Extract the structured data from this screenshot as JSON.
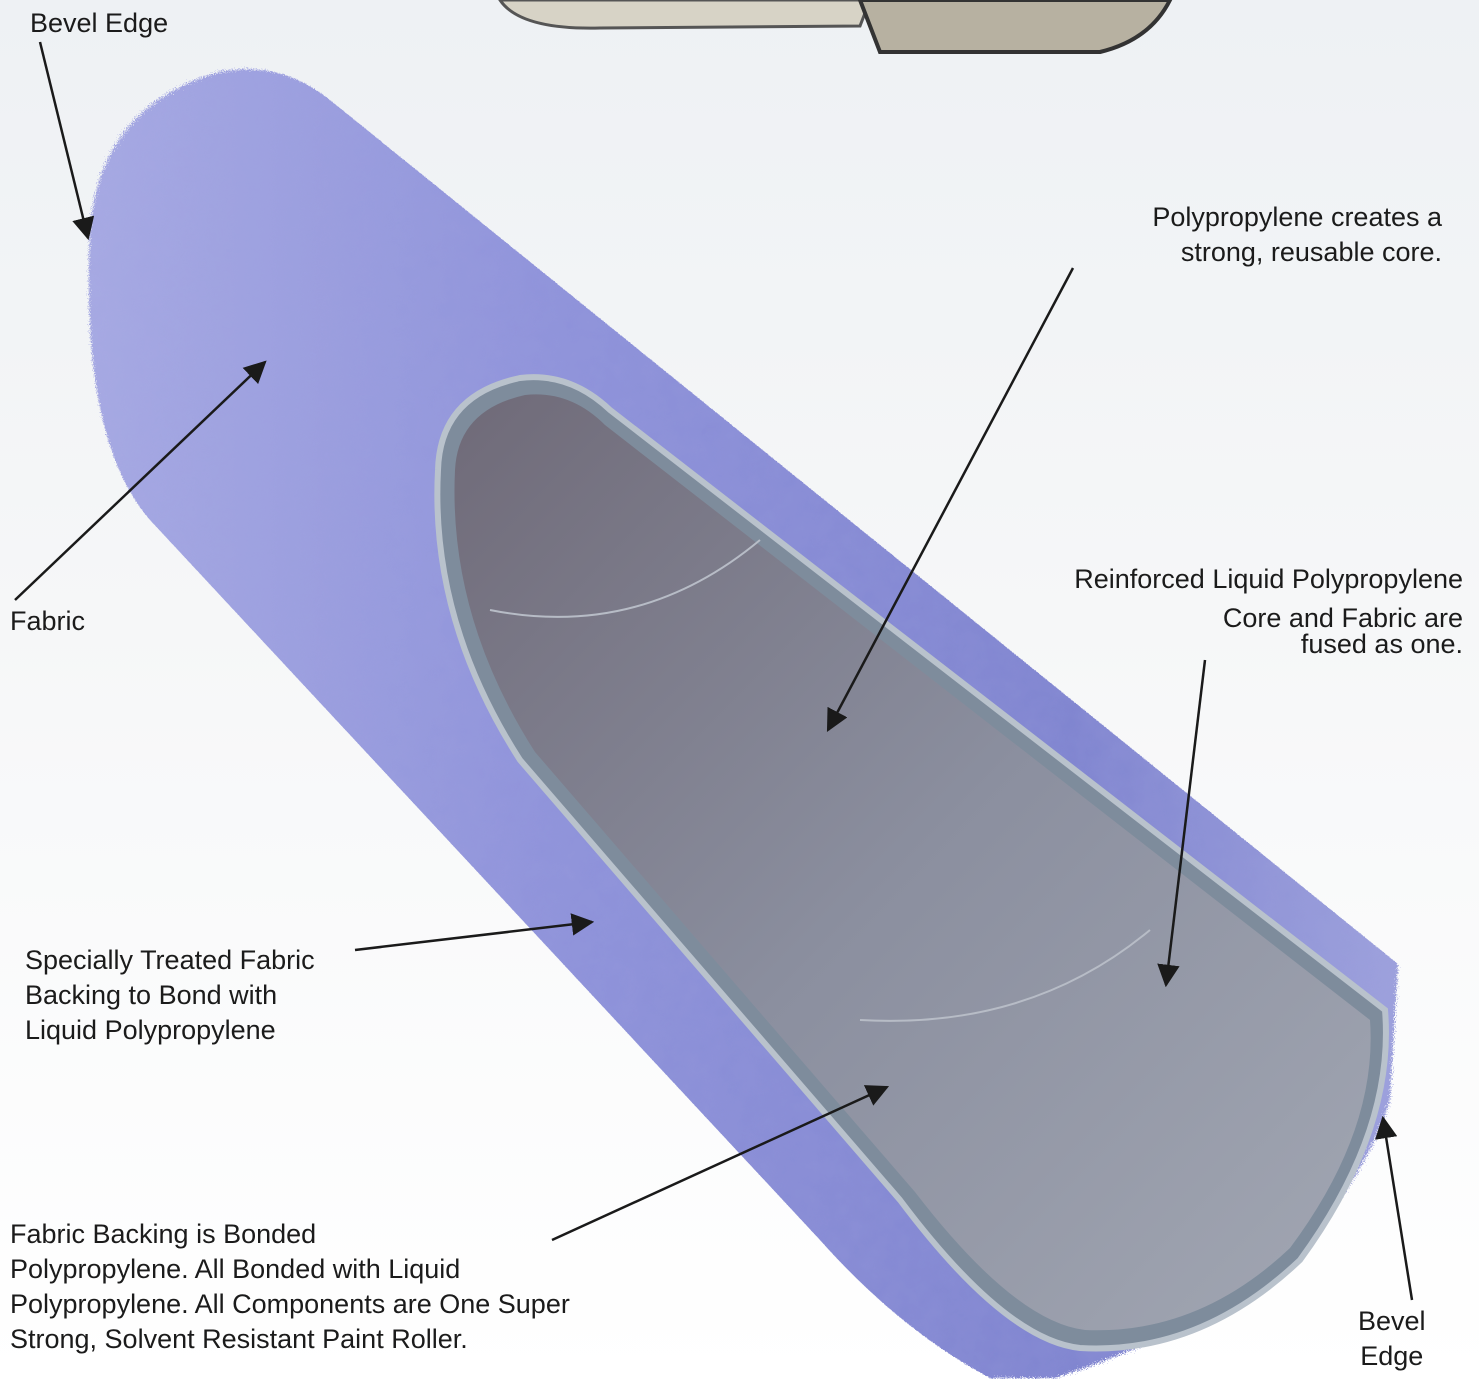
{
  "labels": {
    "bevel_edge_top": "Bevel Edge",
    "fabric": "Fabric",
    "core_title": [
      "Polypropylene creates a",
      "strong, reusable core."
    ],
    "reinforced_title": "Reinforced Liquid Polypropylene",
    "fused": [
      "Core and Fabric are",
      "fused as one."
    ],
    "treated_backing": [
      "Specially Treated Fabric",
      "Backing to Bond with",
      "Liquid Polypropylene"
    ],
    "bonded_backing": [
      "Fabric Backing is Bonded",
      "Polypropylene. All Bonded with Liquid",
      "Polypropylene. All Components are One Super",
      "Strong, Solvent Resistant Paint Roller."
    ],
    "bevel_edge_bottom": [
      "Bevel",
      "Edge"
    ]
  },
  "colors": {
    "fabric": "#8a8fd6",
    "fabric_dark": "#5f63bd",
    "core": "#8d92a2",
    "arrow": "#1a1a1a"
  }
}
